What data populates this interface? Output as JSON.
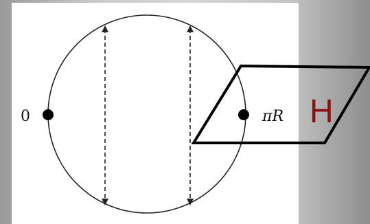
{
  "labels": {
    "left_point": "0",
    "right_point": "πR",
    "plane": "H"
  },
  "colors": {
    "panel_background": "#ffffff",
    "stroke": "#222222",
    "plane_stroke": "#000000",
    "plane_label": "#8b1010"
  }
}
